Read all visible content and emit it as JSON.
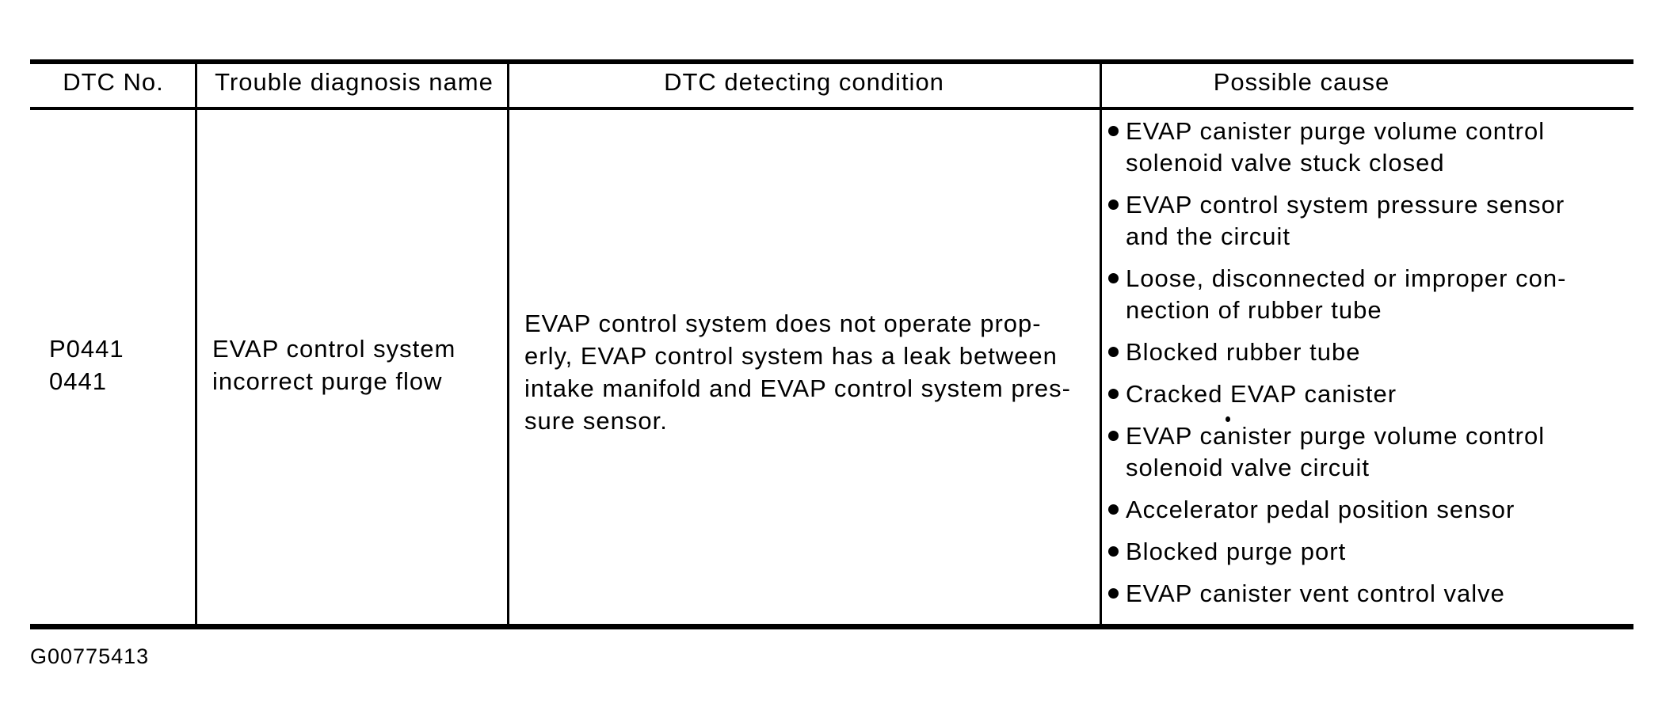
{
  "colors": {
    "ink": "#000000",
    "paper": "#ffffff"
  },
  "icons": {
    "bullet": "filled-circle"
  },
  "table": {
    "headers": [
      "DTC No.",
      "Trouble diagnosis name",
      "DTC detecting condition",
      "Possible cause"
    ],
    "row": {
      "dtc_no": "P0441\n0441",
      "trouble_diagnosis_name": "EVAP control system\nincorrect purge flow",
      "dtc_detecting_condition": "EVAP control system does not operate prop-\nerly, EVAP control system has a leak between\nintake manifold and EVAP control system pres-\nsure sensor.",
      "possible_causes": [
        "EVAP canister purge volume control\nsolenoid valve stuck closed",
        "EVAP control system pressure sensor\nand the circuit",
        "Loose, disconnected or improper con-\nnection of rubber tube",
        "Blocked rubber tube",
        "Cracked EVAP canister",
        "EVAP canister purge volume control\nsolenoid valve circuit",
        "Accelerator pedal position sensor",
        "Blocked purge port",
        "EVAP canister vent control valve"
      ]
    }
  },
  "footer": {
    "figure_id": "G00775413"
  }
}
